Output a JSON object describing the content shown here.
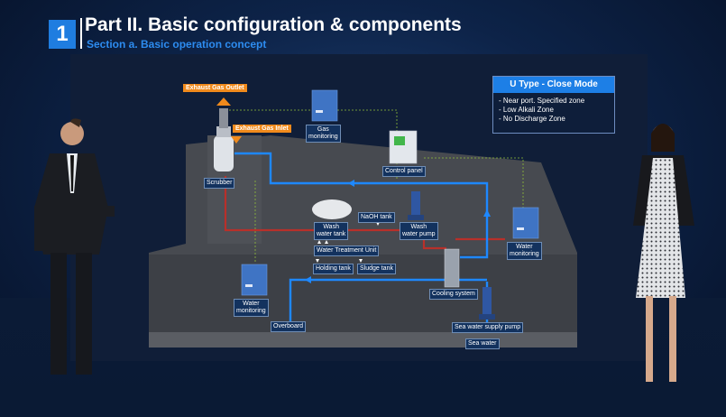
{
  "header": {
    "number": "1",
    "title": "Part II. Basic configuration & components",
    "subtitle": "Section a. Basic operation concept"
  },
  "mode_box": {
    "title": "U Type - Close Mode",
    "items": [
      "- Near port. Specified zone",
      "- Low Alkali Zone",
      "- No Discharge Zone"
    ]
  },
  "labels": {
    "exhaust_outlet": "Exhaust Gas Outlet",
    "exhaust_inlet": "Exhaust Gas Inlet",
    "gas_monitoring": "Gas\nmonitoring",
    "control_panel": "Control panel",
    "scrubber": "Scrubber",
    "naoh_tank": "NaOH tank",
    "wash_water_tank": "Wash\nwater tank",
    "wash_water_pump": "Wash\nwater pump",
    "water_treatment_unit": "Water Treatment Unit",
    "holding_tank": "Holding tank",
    "sludge_tank": "Sludge tank",
    "water_monitoring_right": "Water\nmonitoring",
    "water_monitoring_left": "Water\nmonitoring",
    "cooling_system": "Cooling system",
    "overboard": "Overboard",
    "sea_water_supply_pump": "Sea water supply pump",
    "sea_water": "Sea water"
  },
  "colors": {
    "accent": "#1f7de0",
    "pipe_blue": "#1e88ff",
    "pipe_red": "#b8302a",
    "orange": "#f08a1c",
    "dashed": "#8fbf3a"
  }
}
